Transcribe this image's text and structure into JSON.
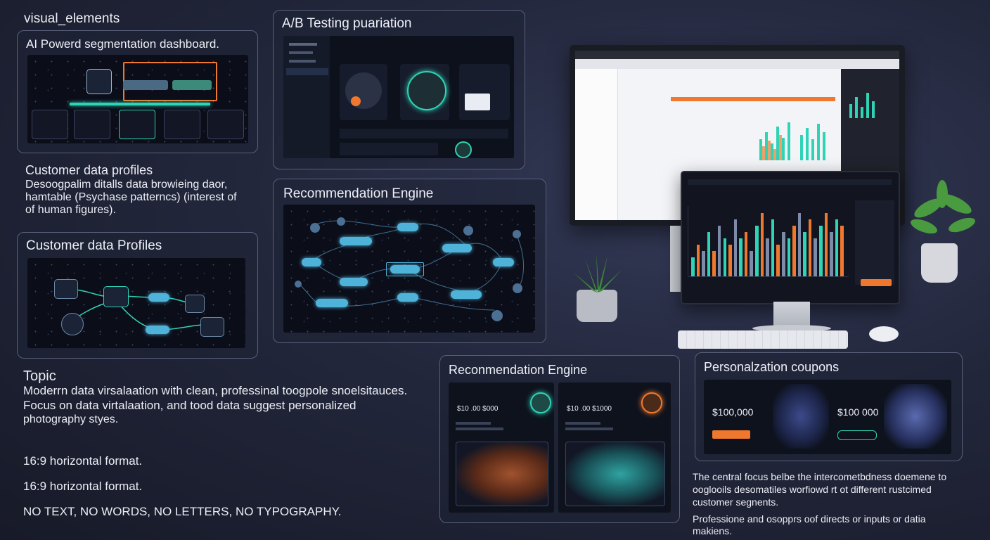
{
  "left": {
    "visual_elements": "visual_elements",
    "seg_panel_title": "AI Powerd segmentation dashboard.",
    "cust_heading": "Customer data profiles",
    "cust_desc_1": "Desoogpalim ditalls data browieing daor,",
    "cust_desc_2": "hamtable (Psychase patterncs) (interest of",
    "cust_desc_3": "of human figures).",
    "cust_panel_title": "Customer data Profiles",
    "topic_heading": "Topic",
    "topic_line_1": "Moderrn data virsalaation with clean, professinal toogpole snoelsitauces.",
    "topic_line_2": "Focus on data virtalaation, and tood data suggest personalized",
    "topic_line_3": "photography styes.",
    "format_1": "16:9 horizontal format.",
    "format_2": "16:9 horizontal format.",
    "no_text": "NO TEXT, NO WORDS, NO LETTERS, NO TYPOGRAPHY."
  },
  "middle": {
    "ab_title": "A/B Testing puariation",
    "reco_title": "Recommendation Engine"
  },
  "bottom": {
    "reco_title_2": "Reconmendation Engine",
    "card1_price": "$10 .00 $000",
    "card2_price": "$10 .00 $1000",
    "coupons_title": "Personalzation coupons",
    "coupon1_price": "$100,000",
    "coupon2_price": "$100 000"
  },
  "notes": {
    "central_1": "The central focus belbe the intercometbdness doemene to",
    "central_2": "ooglooils desomatiles worfiowd rt ot different rustcimed",
    "central_3": "customer segnents.",
    "prof_1": "Professione and osopprs oof directs  or inputs or datia",
    "prof_2": "makiens."
  },
  "colors": {
    "accent_orange": "#f0782e",
    "accent_teal": "#2fd3b5",
    "node_blue": "#4fb3d9",
    "panel_border": "#59607a"
  },
  "chart_data": {
    "type": "bar",
    "categories": [],
    "values": [
      3,
      5,
      4,
      7,
      4,
      8,
      6,
      5,
      9,
      6,
      7,
      4,
      8,
      10,
      6,
      9,
      5,
      7,
      6,
      8,
      10,
      7,
      9,
      6,
      8,
      10,
      7,
      9,
      8
    ],
    "series_colors": [
      "#2fd3b5",
      "#f0782e",
      "#7d8aa8"
    ]
  }
}
